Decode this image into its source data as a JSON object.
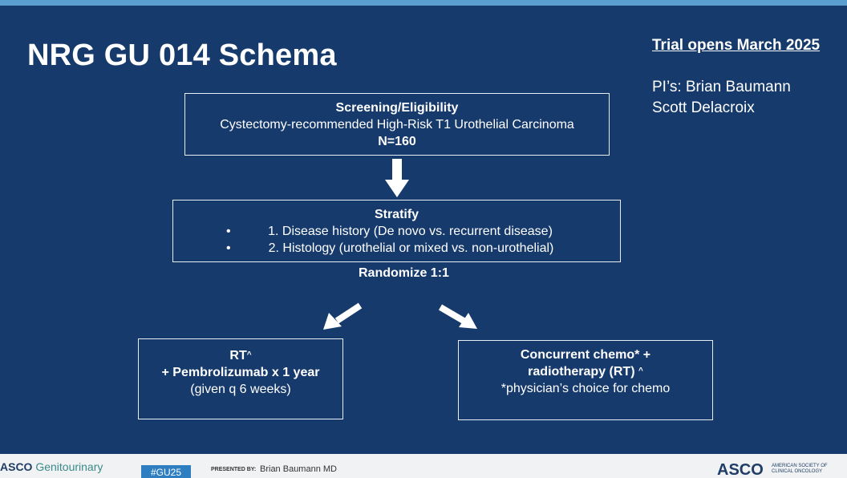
{
  "slide": {
    "title": "NRG GU 014 Schema",
    "trial_opens": "Trial opens March 2025",
    "pis_line1": "PI’s: Brian Baumann",
    "pis_line2": "Scott Delacroix"
  },
  "screening": {
    "heading": "Screening/Eligibility",
    "line1": "Cystectomy-recommended High-Risk T1 Urothelial Carcinoma",
    "line2": "N=160"
  },
  "stratify": {
    "heading": "Stratify",
    "bullet": "•",
    "item1": "1. Disease history (De novo vs. recurrent disease)",
    "item2": "2. Histology (urothelial or mixed vs. non-urothelial)"
  },
  "randomize": "Randomize 1:1",
  "arm_rt": {
    "line1": "RT",
    "sup": "^",
    "line2": "+ Pembrolizumab x 1 year",
    "line3": "(given q 6 weeks)"
  },
  "arm_chemo": {
    "line1": "Concurrent chemo* +",
    "line2": "radiotherapy (RT)",
    "sup": "^",
    "line3": "*physician’s choice for chemo"
  },
  "footer": {
    "asco_bold": "ASCO",
    "asco_gu": "Genitourinary",
    "hashtag": "#GU25",
    "presented_by": "PRESENTED BY:",
    "presenter": "Brian Baumann MD",
    "asco_logo": "ASCO",
    "asco_sub1": "AMERICAN SOCIETY OF",
    "asco_sub2": "CLINICAL ONCOLOGY"
  },
  "colors": {
    "background": "#163a6b",
    "accent_bar": "#5a9fd0",
    "text": "#ffffff"
  }
}
